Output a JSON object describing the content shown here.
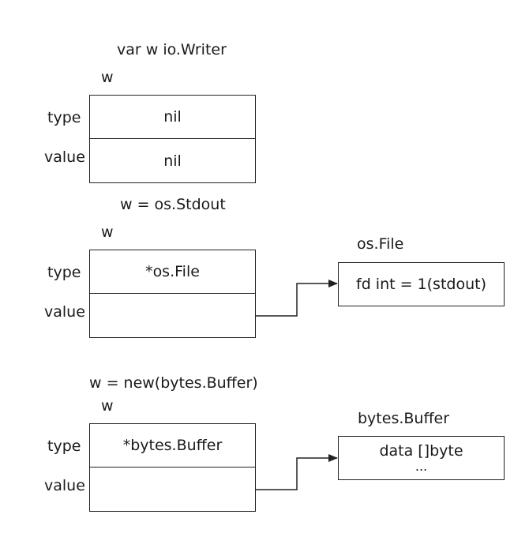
{
  "d1": {
    "caption": "var w io.Writer",
    "var_label": "w",
    "type_label": "type",
    "value_label": "value",
    "type_cell": "nil",
    "value_cell": "nil"
  },
  "d2": {
    "caption": "w = os.Stdout",
    "var_label": "w",
    "type_label": "type",
    "value_label": "value",
    "type_cell": "*os.File",
    "value_cell": "",
    "target_title": "os.File",
    "target_lines": [
      "fd int = 1(stdout)"
    ]
  },
  "d3": {
    "caption": "w = new(bytes.Buffer)",
    "var_label": "w",
    "type_label": "type",
    "value_label": "value",
    "type_cell": "*bytes.Buffer",
    "value_cell": "",
    "target_title": "bytes.Buffer",
    "target_lines": [
      "data []byte",
      "..."
    ]
  },
  "colors": {
    "stroke": "#222222",
    "text": "#1a1a1a",
    "background": "#ffffff"
  }
}
